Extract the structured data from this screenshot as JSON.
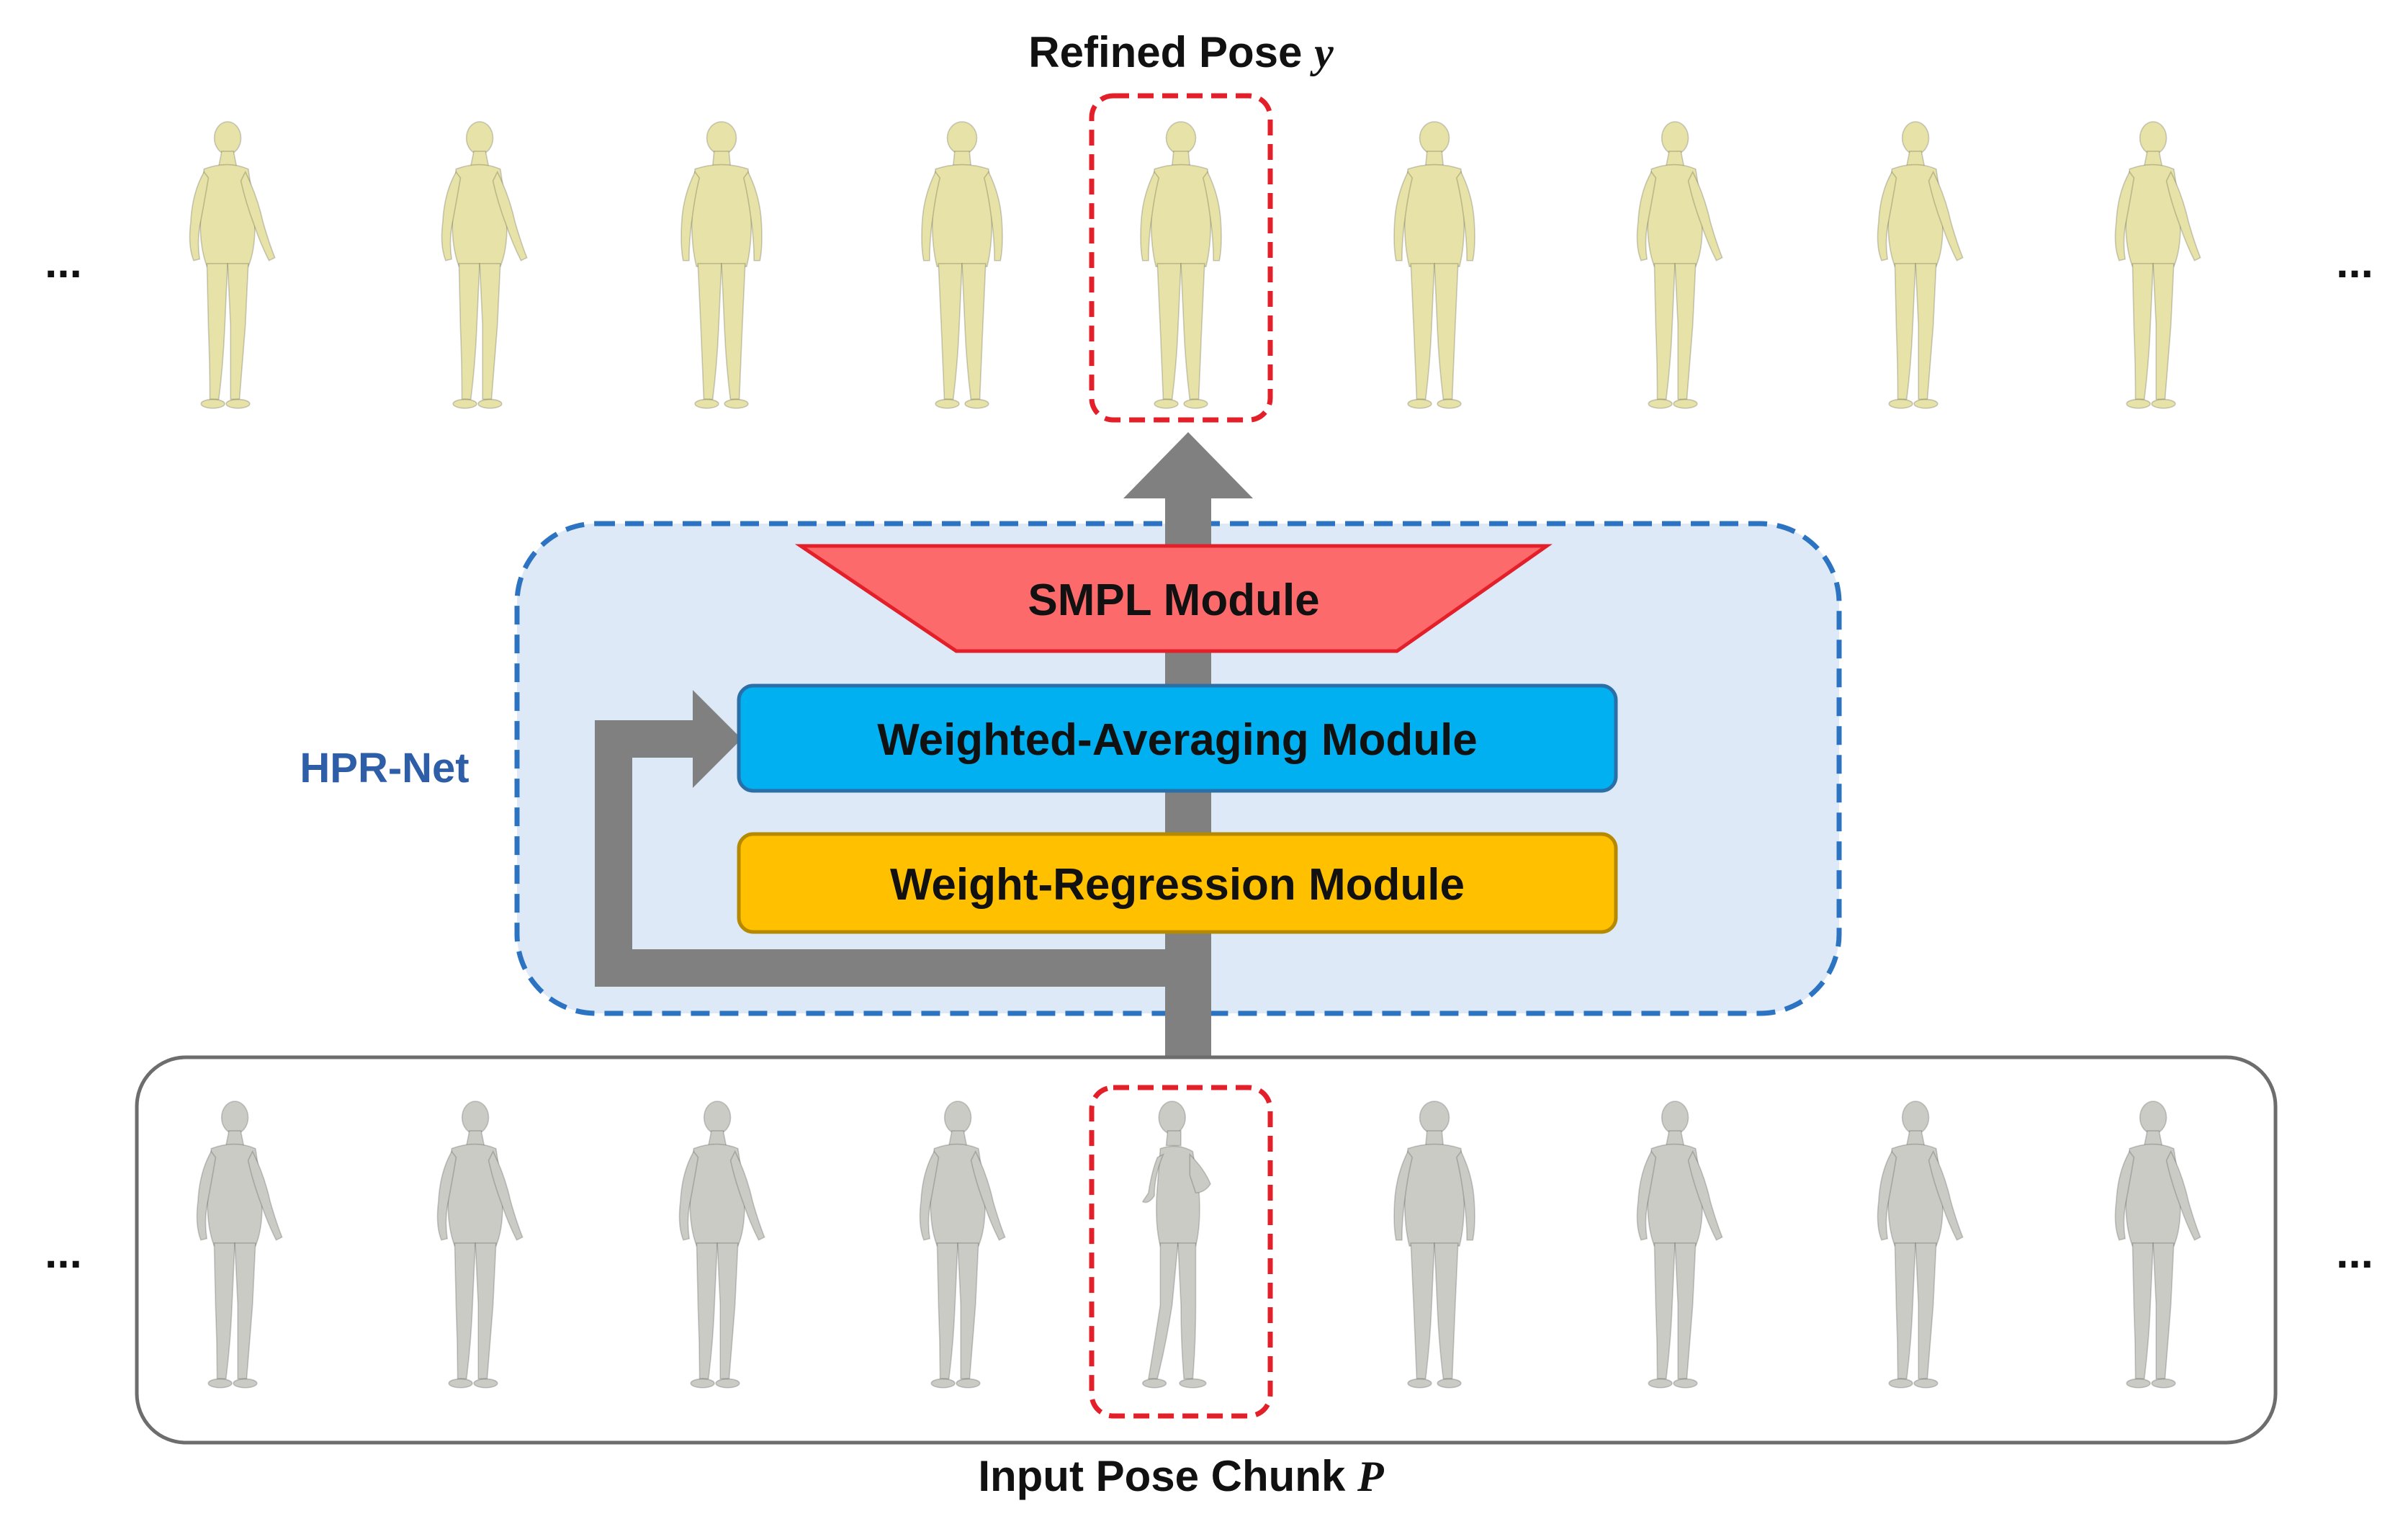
{
  "refined": {
    "text": "Refined Pose ",
    "symbol": "y"
  },
  "input": {
    "text": "Input Pose Chunk ",
    "symbol": "P"
  },
  "ellipsis": "...",
  "net_label": "HPR-Net",
  "modules": {
    "smpl": "SMPL Module",
    "weighted_averaging": "Weighted-Averaging Module",
    "weight_regression": "Weight-Regression Module"
  },
  "colors": {
    "refined_body": "#e6e2a8",
    "input_body": "#cbcbc6",
    "highlight_box": "#e3202a",
    "net_border": "#2c73c2",
    "net_fill": "#dde9f6",
    "net_label": "#2e5ea8",
    "smpl_fill": "#fd6a6c",
    "weighted_averaging_fill": "#00b0f0",
    "weight_regression_fill": "#ffc000",
    "arrow": "#808080"
  },
  "frames_per_row": 9,
  "highlighted_frame": 5
}
